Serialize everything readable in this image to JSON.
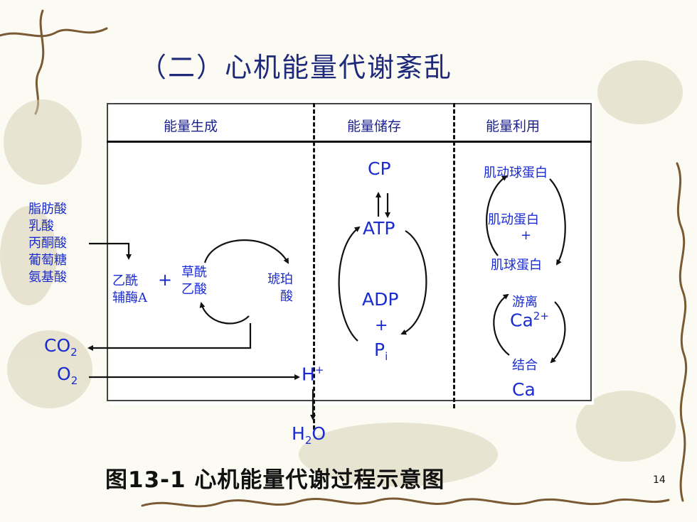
{
  "slide": {
    "title": "（二）心机能量代谢紊乱",
    "caption": "图13-1 心机能量代谢过程示意图",
    "page_number": "14"
  },
  "headers": {
    "col1": "能量生成",
    "col2": "能量储存",
    "col3": "能量利用"
  },
  "substrates": [
    "脂肪酸",
    "乳酸",
    "丙酮酸",
    "葡萄糖",
    "氨基酸"
  ],
  "krebs": {
    "acetyl_1": "乙酰",
    "acetyl_2": "辅酶A",
    "plus": "+",
    "oxaloacetate_1": "草酰",
    "oxaloacetate_2": "乙酸",
    "succinate_1": "琥珀",
    "succinate_2": "酸"
  },
  "gases": {
    "co2": "CO",
    "co2_sub": "2",
    "o2": "O",
    "o2_sub": "2",
    "hplus": "H",
    "hplus_sup": "+",
    "h2o_1": "H",
    "h2o_sub": "2",
    "h2o_2": "O"
  },
  "storage": {
    "cp": "CP",
    "atp": "ATP",
    "adp": "ADP",
    "plus": "+",
    "pi": "P",
    "pi_sub": "i"
  },
  "utilization": {
    "actomyosin": "肌动球蛋白",
    "actin": "肌动蛋白",
    "plus": "+",
    "myosin": "肌球蛋白",
    "free": "游离",
    "ca": "Ca",
    "ca_sup": "2+",
    "bound": "结合",
    "ca_bound": "Ca"
  },
  "colors": {
    "text_blue": "#1a2bd0",
    "title_blue": "#1f2a7a",
    "line": "#111111"
  },
  "icons": [
    "vine-decoration-icon"
  ]
}
